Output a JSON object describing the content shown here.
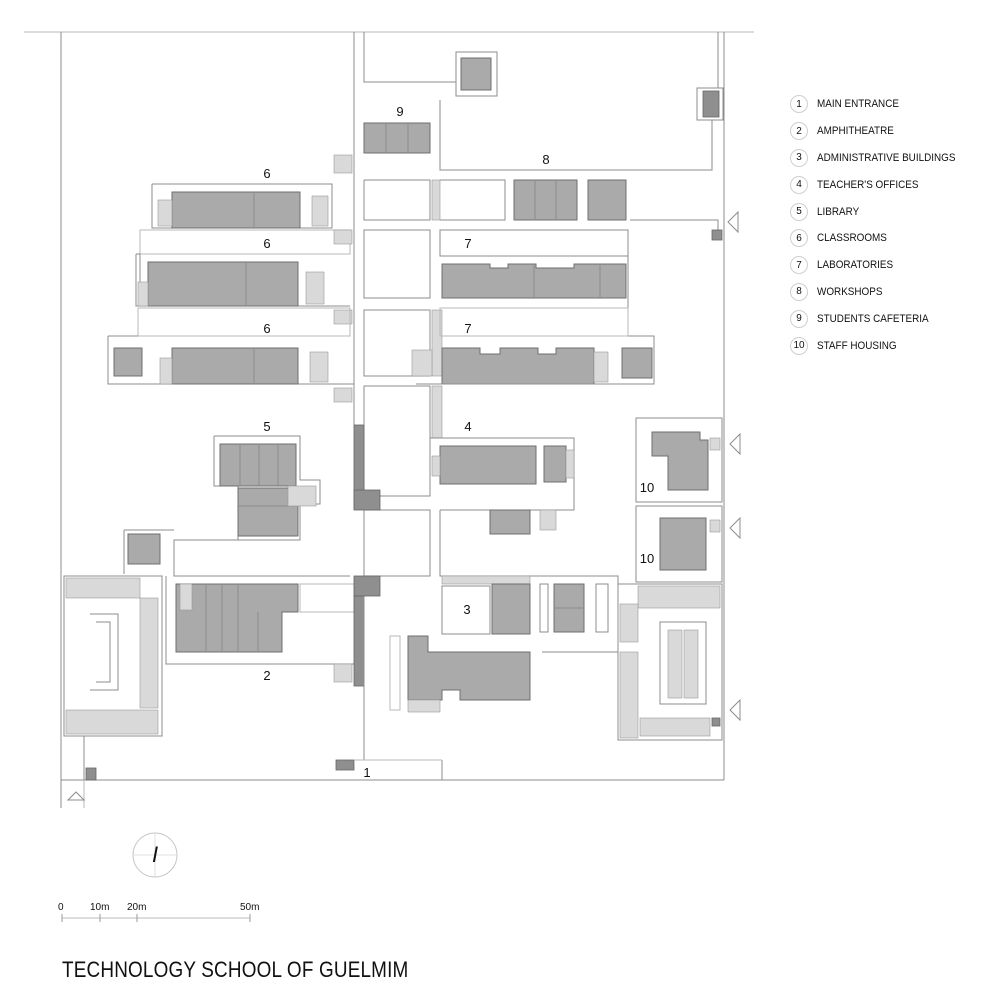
{
  "diagram": {
    "title": "TECHNOLOGY SCHOOL OF GUELMIM",
    "legend": [
      {
        "num": "1",
        "label": "MAIN ENTRANCE"
      },
      {
        "num": "2",
        "label": "AMPHITHEATRE"
      },
      {
        "num": "3",
        "label": "ADMINISTRATIVE BUILDINGS"
      },
      {
        "num": "4",
        "label": "TEACHER'S OFFICES"
      },
      {
        "num": "5",
        "label": "LIBRARY"
      },
      {
        "num": "6",
        "label": "CLASSROOMS"
      },
      {
        "num": "7",
        "label": "LABORATORIES"
      },
      {
        "num": "8",
        "label": "WORKSHOPS"
      },
      {
        "num": "9",
        "label": "STUDENTS CAFETERIA"
      },
      {
        "num": "10",
        "label": "STAFF HOUSING"
      }
    ],
    "plan_labels": {
      "cafeteria": "9",
      "workshops": "8",
      "classrooms_top": "6",
      "classrooms_mid": "6",
      "classrooms_low": "6",
      "labs_top": "7",
      "labs_low": "7",
      "library": "5",
      "teachers": "4",
      "housing_top": "10",
      "housing_low": "10",
      "admin": "3",
      "amphitheatre": "2",
      "entrance": "1"
    },
    "north_arrow": "I",
    "scale_bar": {
      "zero": "0",
      "ten": "10m",
      "twenty": "20m",
      "fifty": "50m"
    }
  }
}
